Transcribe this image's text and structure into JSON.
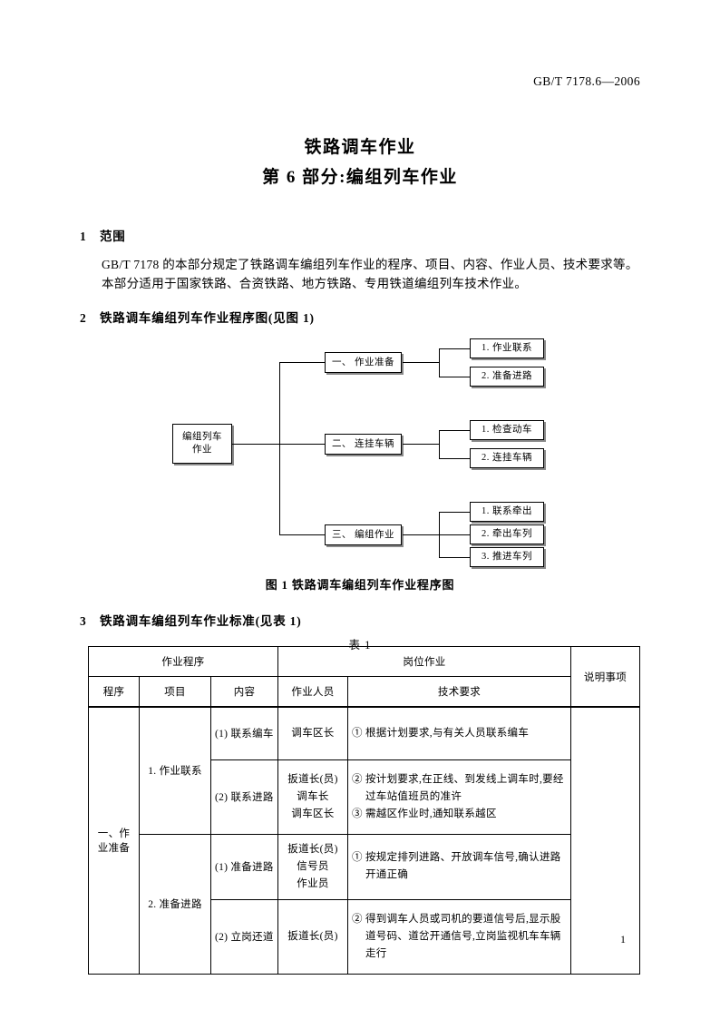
{
  "header": {
    "standard_no": "GB/T 7178.6—2006"
  },
  "title": {
    "line1": "铁路调车作业",
    "line2": "第 6 部分:编组列车作业"
  },
  "clause1": {
    "number": "1",
    "heading": "范围",
    "paragraph1": "GB/T 7178 的本部分规定了铁路调车编组列车作业的程序、项目、内容、作业人员、技术要求等。",
    "paragraph2": "本部分适用于国家铁路、合资铁路、地方铁路、专用铁道编组列车技术作业。"
  },
  "clause2": {
    "number": "2",
    "heading": "铁路调车编组列车作业程序图(见图 1)"
  },
  "flowchart": {
    "root": {
      "line1": "编组列车",
      "line2": "作业"
    },
    "branches": [
      {
        "label": "一、 作业准备",
        "leaves": [
          "1. 作业联系",
          "2. 准备进路"
        ]
      },
      {
        "label": "二、 连挂车辆",
        "leaves": [
          "1. 检查动车",
          "2. 连挂车辆"
        ]
      },
      {
        "label": "三、 编组作业",
        "leaves": [
          "1. 联系牵出",
          "2. 牵出车列",
          "3. 推进车列"
        ]
      }
    ],
    "caption": "图 1  铁路调车编组列车作业程序图"
  },
  "clause3": {
    "number": "3",
    "heading": "铁路调车编组列车作业标准(见表 1)"
  },
  "table": {
    "caption": "表 1",
    "group_headers": {
      "procedure": "作业程序",
      "post_work": "岗位作业",
      "remarks": "说明事项"
    },
    "column_headers": {
      "procedure": "程序",
      "item": "项目",
      "content": "内容",
      "staff": "作业人员",
      "requirement": "技术要求"
    },
    "procedure_label": "一、作业准备",
    "items": [
      {
        "item": "1. 作业联系",
        "rows": [
          {
            "content": "(1) 联系编车",
            "staff": [
              "调车区长"
            ],
            "requirements": [
              "① 根据计划要求,与有关人员联系编车"
            ]
          },
          {
            "content": "(2) 联系进路",
            "staff": [
              "扳道长(员)",
              "调车长",
              "调车区长"
            ],
            "requirements": [
              "② 按计划要求,在正线、到发线上调车时,要经过车站值班员的准许",
              "③ 需越区作业时,通知联系越区"
            ]
          }
        ]
      },
      {
        "item": "2. 准备进路",
        "rows": [
          {
            "content": "(1) 准备进路",
            "staff": [
              "扳道长(员)",
              "信号员",
              "作业员"
            ],
            "requirements": [
              "① 按规定排列进路、开放调车信号,确认进路开通正确"
            ]
          },
          {
            "content": "(2) 立岗还道",
            "staff": [
              "扳道长(员)"
            ],
            "requirements": [
              "② 得到调车人员或司机的要道信号后,显示股道号码、道岔开通信号,立岗监视机车车辆走行"
            ]
          }
        ]
      }
    ],
    "remarks_value": ""
  },
  "footer": {
    "page_number": "1"
  }
}
